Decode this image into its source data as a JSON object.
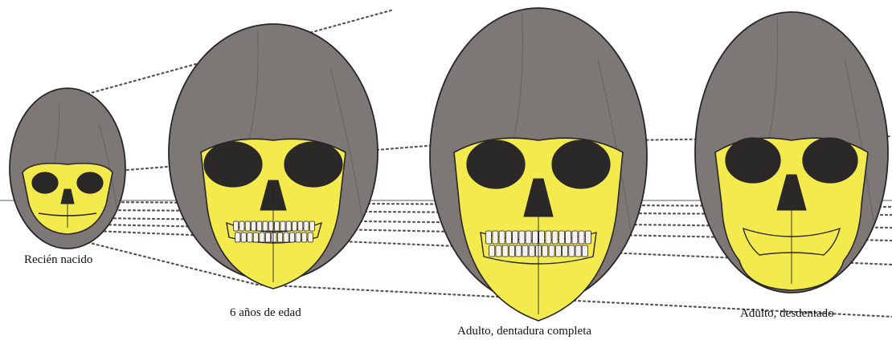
{
  "colors": {
    "cranium": "#7d7775",
    "cranium_dark": "#6a6462",
    "face_bone": "#f3ea4e",
    "orbit": "#2b2828",
    "outline": "#2a2626",
    "teeth": "#f4f2ee",
    "dotted_line": "#5c5350",
    "horizon_line": "#b3aba8"
  },
  "stages": [
    {
      "key": "newborn",
      "caption": "Recién nacido",
      "icon": "newborn-skull"
    },
    {
      "key": "six_years",
      "caption": "6 años de edad",
      "icon": "child-skull"
    },
    {
      "key": "adult_full",
      "caption": "Adulto, dentadura completa",
      "icon": "adult-skull"
    },
    {
      "key": "adult_toothless",
      "caption": "Adulto, desdentado",
      "icon": "edentulous-skull"
    }
  ]
}
